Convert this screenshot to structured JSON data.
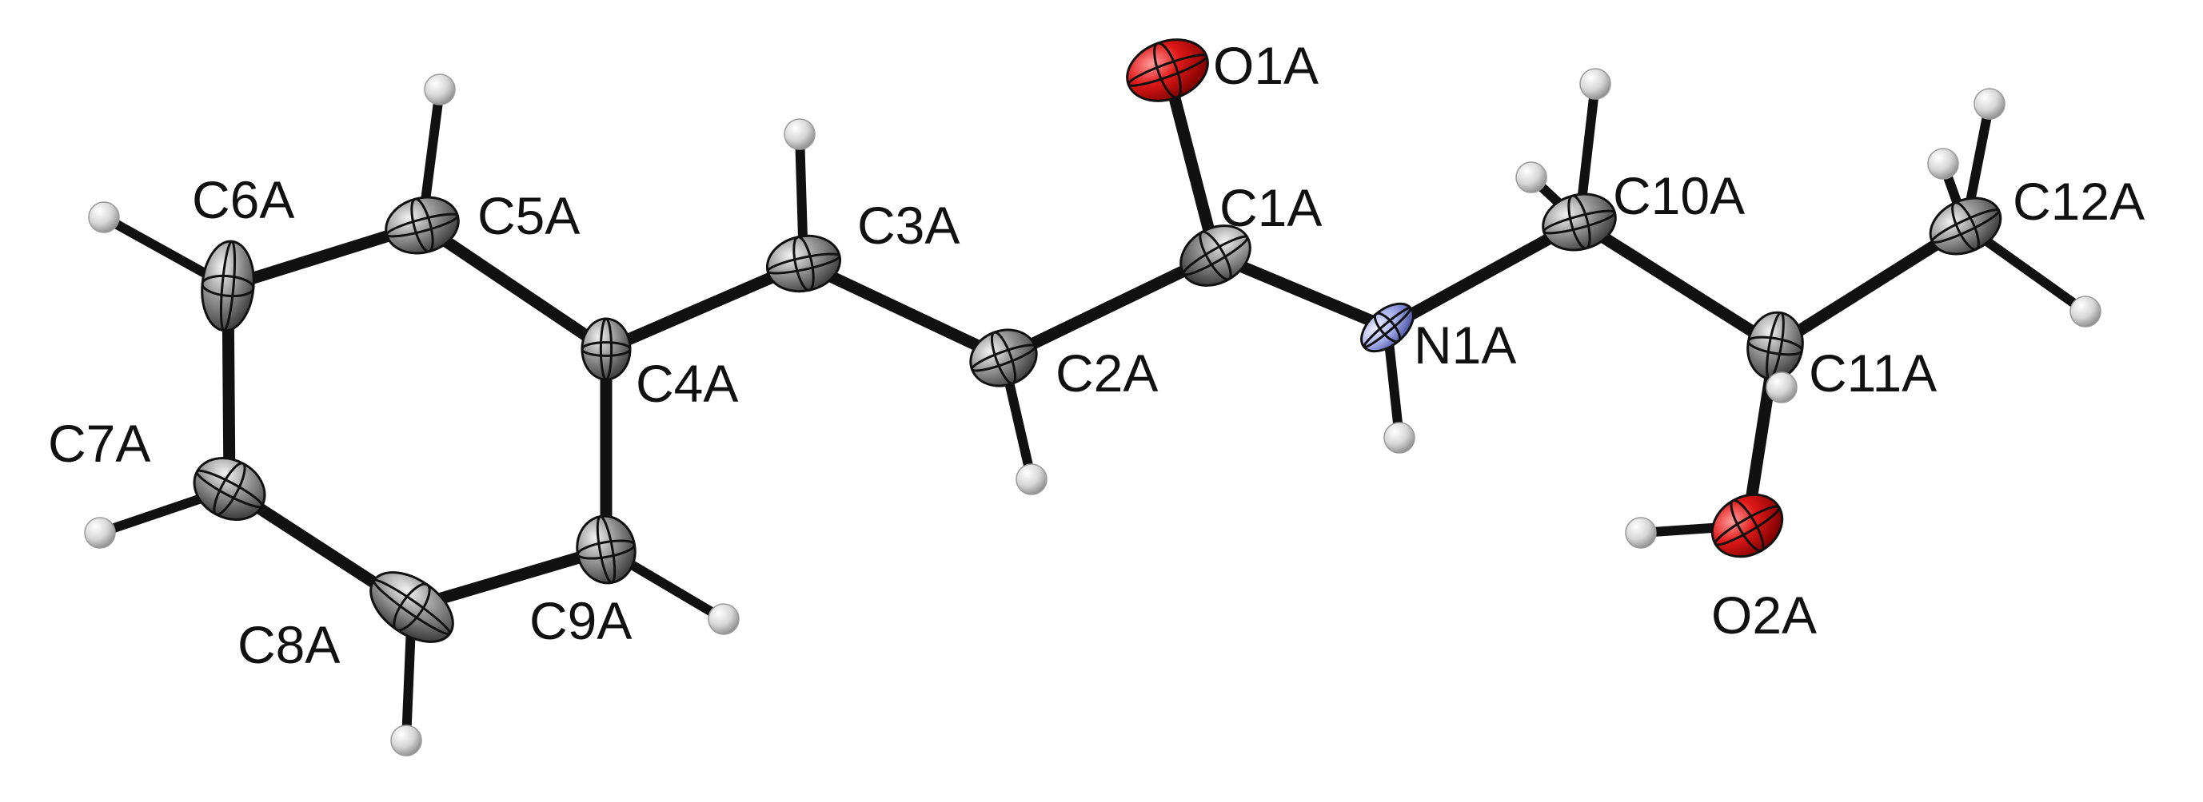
{
  "colors": {
    "carbon": "#8c8c8c",
    "carbon_dark": "#3a3a3a",
    "oxygen": "#e01818",
    "oxygen_dark": "#7a0000",
    "nitrogen": "#a9b0ee",
    "nitrogen_dark": "#4a52a0",
    "hydrogen": "#d6d6d6",
    "bond": "#111111",
    "label": "#111111"
  },
  "atoms": [
    {
      "id": "C1A",
      "element": "C",
      "label": "C1A"
    },
    {
      "id": "C2A",
      "element": "C",
      "label": "C2A"
    },
    {
      "id": "C3A",
      "element": "C",
      "label": "C3A"
    },
    {
      "id": "C4A",
      "element": "C",
      "label": "C4A"
    },
    {
      "id": "C5A",
      "element": "C",
      "label": "C5A"
    },
    {
      "id": "C6A",
      "element": "C",
      "label": "C6A"
    },
    {
      "id": "C7A",
      "element": "C",
      "label": "C7A"
    },
    {
      "id": "C8A",
      "element": "C",
      "label": "C8A"
    },
    {
      "id": "C9A",
      "element": "C",
      "label": "C9A"
    },
    {
      "id": "C10A",
      "element": "C",
      "label": "C10A"
    },
    {
      "id": "C11A",
      "element": "C",
      "label": "C11A"
    },
    {
      "id": "C12A",
      "element": "C",
      "label": "C12A"
    },
    {
      "id": "O1A",
      "element": "O",
      "label": "O1A"
    },
    {
      "id": "O2A",
      "element": "O",
      "label": "O2A"
    },
    {
      "id": "N1A",
      "element": "N",
      "label": "N1A"
    },
    {
      "id": "H5",
      "element": "H",
      "label": ""
    },
    {
      "id": "H6",
      "element": "H",
      "label": ""
    },
    {
      "id": "H7",
      "element": "H",
      "label": ""
    },
    {
      "id": "H8",
      "element": "H",
      "label": ""
    },
    {
      "id": "H9",
      "element": "H",
      "label": ""
    },
    {
      "id": "H3",
      "element": "H",
      "label": ""
    },
    {
      "id": "H2",
      "element": "H",
      "label": ""
    },
    {
      "id": "HN1",
      "element": "H",
      "label": ""
    },
    {
      "id": "H10a",
      "element": "H",
      "label": ""
    },
    {
      "id": "H10b",
      "element": "H",
      "label": ""
    },
    {
      "id": "H11",
      "element": "H",
      "label": ""
    },
    {
      "id": "HO2",
      "element": "H",
      "label": ""
    },
    {
      "id": "H12a",
      "element": "H",
      "label": ""
    },
    {
      "id": "H12b",
      "element": "H",
      "label": ""
    },
    {
      "id": "H12c",
      "element": "H",
      "label": ""
    }
  ],
  "bonds": [
    [
      "C4A",
      "C5A"
    ],
    [
      "C5A",
      "C6A"
    ],
    [
      "C6A",
      "C7A"
    ],
    [
      "C7A",
      "C8A"
    ],
    [
      "C8A",
      "C9A"
    ],
    [
      "C9A",
      "C4A"
    ],
    [
      "C4A",
      "C3A"
    ],
    [
      "C3A",
      "C2A"
    ],
    [
      "C2A",
      "C1A"
    ],
    [
      "C1A",
      "O1A"
    ],
    [
      "C1A",
      "N1A"
    ],
    [
      "N1A",
      "C10A"
    ],
    [
      "C10A",
      "C11A"
    ],
    [
      "C11A",
      "C12A"
    ],
    [
      "C11A",
      "O2A"
    ],
    [
      "C5A",
      "H5"
    ],
    [
      "C6A",
      "H6"
    ],
    [
      "C7A",
      "H7"
    ],
    [
      "C8A",
      "H8"
    ],
    [
      "C9A",
      "H9"
    ],
    [
      "C3A",
      "H3"
    ],
    [
      "C2A",
      "H2"
    ],
    [
      "N1A",
      "HN1"
    ],
    [
      "C10A",
      "H10a"
    ],
    [
      "C10A",
      "H10b"
    ],
    [
      "C11A",
      "H11"
    ],
    [
      "O2A",
      "HO2"
    ],
    [
      "C12A",
      "H12a"
    ],
    [
      "C12A",
      "H12b"
    ],
    [
      "C12A",
      "H12c"
    ]
  ]
}
